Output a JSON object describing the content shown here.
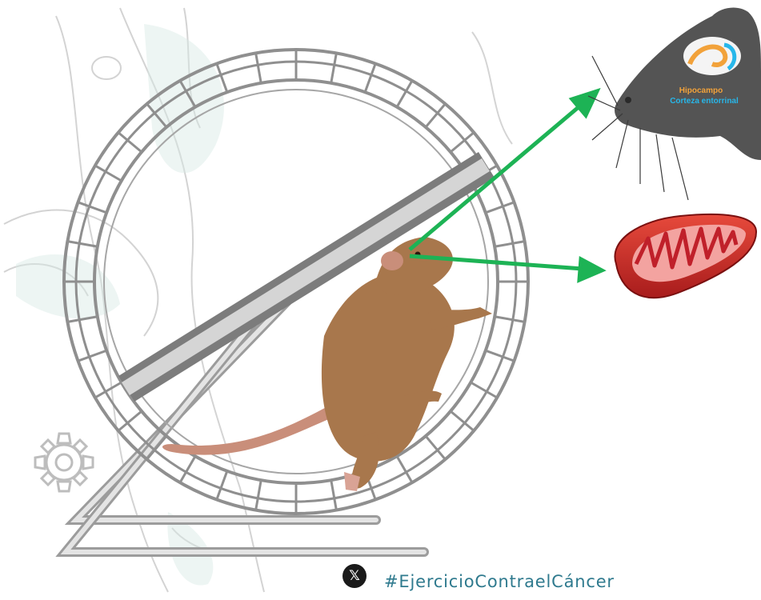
{
  "brain_labels": {
    "hippocampus": "Hipocampo",
    "entorhinal_cortex": "Corteza entorrinal"
  },
  "footer": {
    "social_icon": "x-logo-icon",
    "social_glyph": "𝕏",
    "hashtag": "#EjercicioContraelCáncer"
  },
  "colors": {
    "arrow": "#1db355",
    "mouse_fur": "#a8774c",
    "wheel_metal": "#b0b0b0",
    "mitochondria": "#d02a2a",
    "hippocampus": "#f2a23a",
    "entorhinal_cortex": "#27b7ea",
    "hashtag": "#2f7a8e"
  },
  "icons": [
    "gear-icon",
    "mouse-head-icon",
    "mitochondrion-icon",
    "brain-icon"
  ]
}
